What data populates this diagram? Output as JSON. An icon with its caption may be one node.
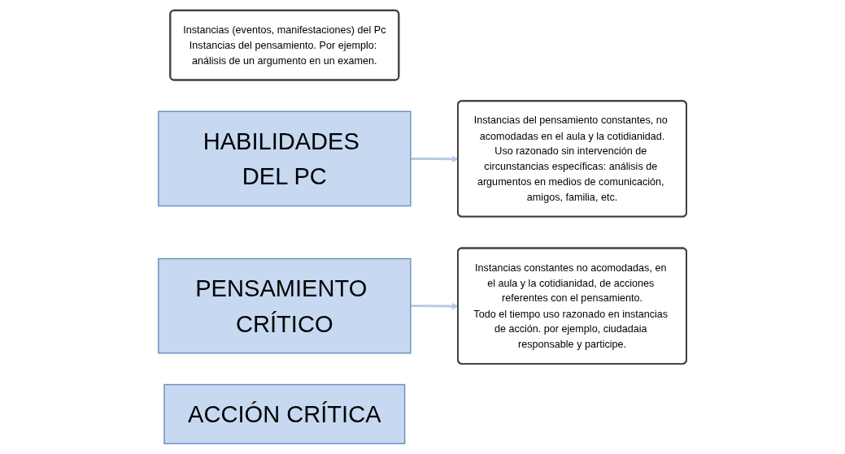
{
  "diagram": {
    "nodes": [
      {
        "text": [
          "Instancias (eventos, manifestaciones) del Pc",
          "Instancias del pensamiento. Por ejemplo: análisis de un argumento en un examen."
        ]
      },
      {
        "text": [
          "HABILIDADES DEL PC"
        ]
      },
      {
        "text": [
          "Instancias del pensamiento constantes, no acomodadas en el aula y la cotidianidad.",
          "Uso razonado sin intervención de circunstancias específicas: análisis de argumentos en medios de comunicación, amigos, familia, etc."
        ]
      },
      {
        "text": [
          "PENSAMIENTO CRÍTICO"
        ]
      },
      {
        "text": [
          "Instancias constantes no acomodadas, en el aula y la cotidianidad, de acciones referentes con el pensamiento.",
          "Todo el tiempo uso razonado en instancias de acción. por ejemplo, ciudadaia responsable y participe."
        ]
      },
      {
        "text": [
          "ACCIÓN CRÍTICA"
        ]
      }
    ],
    "edges": [
      {
        "from": 1,
        "to": 2,
        "arrow": "to"
      },
      {
        "from": 3,
        "to": 4,
        "arrow": "to"
      }
    ]
  }
}
